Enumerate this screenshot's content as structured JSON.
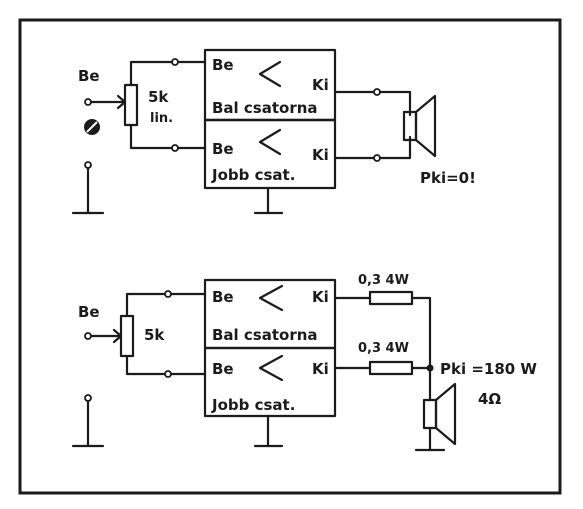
{
  "top_circuit": {
    "input_label": "Be",
    "pot_value": "5k",
    "pot_type": "lin.",
    "channel_left": {
      "in": "Be",
      "out": "Ki",
      "name": "Bal csatorna"
    },
    "channel_right": {
      "in": "Be",
      "out": "Ki",
      "name": "Jobb csat."
    },
    "output_label": "Pki=0!"
  },
  "bottom_circuit": {
    "input_label": "Be",
    "pot_value": "5k",
    "channel_left": {
      "in": "Be",
      "out": "Ki",
      "name": "Bal csatorna"
    },
    "channel_right": {
      "in": "Be",
      "out": "Ki",
      "name": "Jobb csat."
    },
    "resistor_top": "0,3 4W",
    "resistor_bottom": "0,3 4W",
    "output_power": "Pki =180 W",
    "speaker_impedance": "4Ω"
  }
}
